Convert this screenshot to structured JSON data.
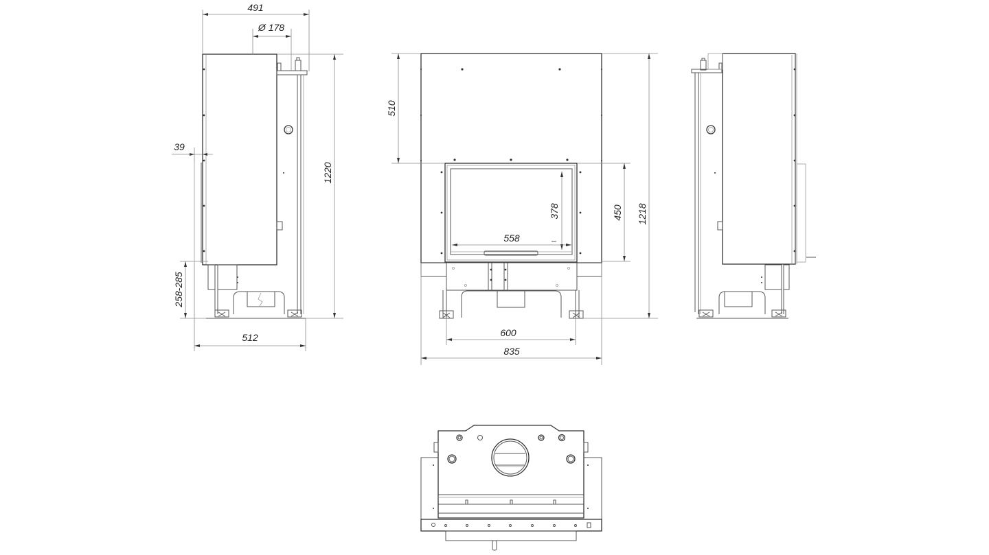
{
  "drawing": {
    "title": "Fireplace insert technical dimension drawing",
    "views": {
      "side_left": {
        "label": "left-side-view",
        "dimensions": {
          "depth_top": "491",
          "flue_diameter": "Ø 178",
          "front_offset": "39",
          "height": "1220",
          "leg_height": "258-285",
          "depth_bottom": "512"
        }
      },
      "front": {
        "label": "front-view",
        "dimensions": {
          "upper_height": "510",
          "glass_height": "378",
          "glass_width": "558",
          "opening_height": "450",
          "total_height": "1218",
          "leg_spacing": "600",
          "total_width": "835"
        }
      },
      "side_right": {
        "label": "right-side-view"
      },
      "top": {
        "label": "top-view"
      }
    },
    "colors": {
      "line": "#555555",
      "dimension_line": "#8a8a8a",
      "text": "#222222",
      "background": "#ffffff"
    }
  }
}
